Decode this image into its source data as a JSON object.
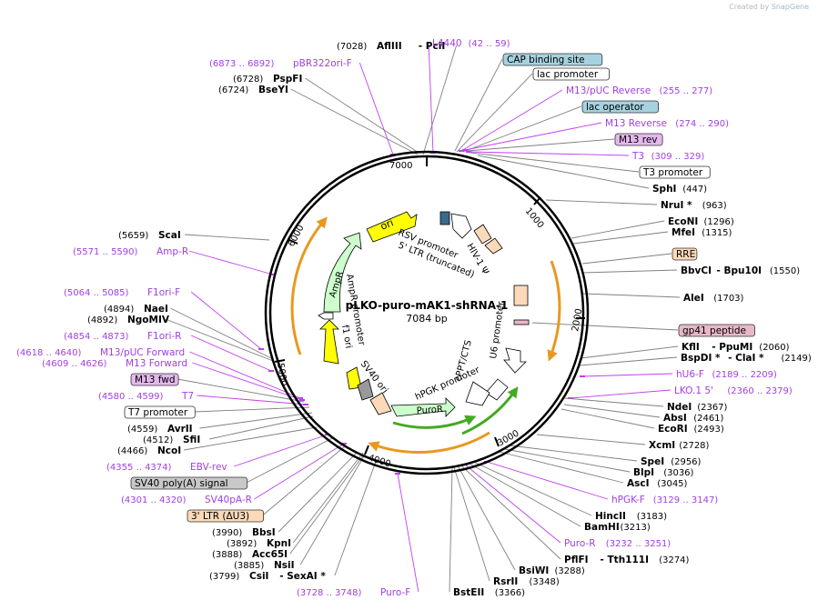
{
  "credit": {
    "prefix": "Created by",
    "brand": "SnapGene"
  },
  "plasmid": {
    "name": "pLKO-puro-mAK1-shRNA-1",
    "length": "7084 bp"
  },
  "ticks": [
    "1000",
    "2000",
    "3000",
    "4000",
    "5000",
    "6000",
    "7000"
  ],
  "colors": {
    "enzyme": "#000000",
    "primer": "#a040e0",
    "line_gray": "#808080",
    "line_purple": "#c040f0"
  },
  "labels": [
    {
      "id": "afliii",
      "kind": "enzyme",
      "name": "AflIII",
      "extra": "- PciI",
      "pos": "(7028)"
    },
    {
      "id": "l4440",
      "kind": "primer",
      "name": "L4440",
      "pos": "(42 .. 59)"
    },
    {
      "id": "pbr322",
      "kind": "primer",
      "name": "pBR322ori-F",
      "pos": "(6873 .. 6892)"
    },
    {
      "id": "cap",
      "kind": "box",
      "name": "CAP binding site",
      "fill": "#a6d2e0"
    },
    {
      "id": "pspfi",
      "kind": "enzyme",
      "name": "PspFI",
      "pos": "(6728)"
    },
    {
      "id": "bseyi",
      "kind": "enzyme",
      "name": "BseYI",
      "pos": "(6724)"
    },
    {
      "id": "lacprom",
      "kind": "box",
      "name": "lac promoter",
      "fill": "#ffffff"
    },
    {
      "id": "m13puc",
      "kind": "primer",
      "name": "M13/pUC Reverse",
      "pos": "(255 .. 277)"
    },
    {
      "id": "lacop",
      "kind": "box",
      "name": "lac operator",
      "fill": "#a6d2e0"
    },
    {
      "id": "m13rev",
      "kind": "primer",
      "name": "M13 Reverse",
      "pos": "(274 .. 290)"
    },
    {
      "id": "m13revbox",
      "kind": "box",
      "name": "M13 rev",
      "fill": "#e4b8ee"
    },
    {
      "id": "t3",
      "kind": "primer",
      "name": "T3",
      "pos": "(309 .. 329)"
    },
    {
      "id": "t3prom",
      "kind": "box",
      "name": "T3 promoter",
      "fill": "#ffffff"
    },
    {
      "id": "sphi",
      "kind": "enzyme",
      "name": "SphI",
      "pos": "(447)"
    },
    {
      "id": "nrui",
      "kind": "enzyme",
      "name": "NruI *",
      "pos": "(963)"
    },
    {
      "id": "econi",
      "kind": "enzyme",
      "name": "EcoNI",
      "pos": "(1296)"
    },
    {
      "id": "mfei",
      "kind": "enzyme",
      "name": "MfeI",
      "pos": "(1315)"
    },
    {
      "id": "scai",
      "kind": "enzyme",
      "name": "ScaI",
      "pos": "(5659)"
    },
    {
      "id": "ampr_p",
      "kind": "primer",
      "name": "Amp-R",
      "pos": "(5571 .. 5590)"
    },
    {
      "id": "rre",
      "kind": "box",
      "name": "RRE",
      "fill": "#fcd9b8"
    },
    {
      "id": "bbvci",
      "kind": "enzyme",
      "name": "BbvCI",
      "extra": "- Bpu10I",
      "pos": "(1550)"
    },
    {
      "id": "f1orif",
      "kind": "primer",
      "name": "F1ori-F",
      "pos": "(5064 .. 5085)"
    },
    {
      "id": "alei",
      "kind": "enzyme",
      "name": "AleI",
      "pos": "(1703)"
    },
    {
      "id": "naei",
      "kind": "enzyme",
      "name": "NaeI",
      "pos": "(4894)"
    },
    {
      "id": "ngomiv",
      "kind": "enzyme",
      "name": "NgoMIV",
      "pos": "(4892)"
    },
    {
      "id": "gp41",
      "kind": "box",
      "name": "gp41 peptide",
      "fill": "#e8b8c8"
    },
    {
      "id": "f1orir",
      "kind": "primer",
      "name": "F1ori-R",
      "pos": "(4854 .. 4873)"
    },
    {
      "id": "kfli",
      "kind": "enzyme",
      "name": "KflI",
      "extra": "- PpuMI",
      "pos": "(2060)"
    },
    {
      "id": "m13pucf",
      "kind": "primer",
      "name": "M13/pUC Forward",
      "pos": "(4618 .. 4640)"
    },
    {
      "id": "bspdi",
      "kind": "enzyme",
      "name": "BspDI *",
      "extra": "- ClaI *",
      "pos": "(2149)"
    },
    {
      "id": "m13f",
      "kind": "primer",
      "name": "M13 Forward",
      "pos": "(4609 .. 4626)"
    },
    {
      "id": "hu6f",
      "kind": "primer",
      "name": "hU6-F",
      "pos": "(2189 .. 2209)"
    },
    {
      "id": "m13fwd",
      "kind": "box",
      "name": "M13 fwd",
      "fill": "#e4b8ee"
    },
    {
      "id": "lko1",
      "kind": "primer",
      "name": "LKO.1 5'",
      "pos": "(2360 .. 2379)"
    },
    {
      "id": "t7",
      "kind": "primer",
      "name": "T7",
      "pos": "(4580 .. 4599)"
    },
    {
      "id": "ndei",
      "kind": "enzyme",
      "name": "NdeI",
      "pos": "(2367)"
    },
    {
      "id": "t7prom",
      "kind": "box",
      "name": "T7 promoter",
      "fill": "#ffffff"
    },
    {
      "id": "absi",
      "kind": "enzyme",
      "name": "AbsI",
      "pos": "(2461)"
    },
    {
      "id": "ecori",
      "kind": "enzyme",
      "name": "EcoRI",
      "pos": "(2493)"
    },
    {
      "id": "avrii",
      "kind": "enzyme",
      "name": "AvrII",
      "pos": "(4559)"
    },
    {
      "id": "sfii",
      "kind": "enzyme",
      "name": "SfiI",
      "pos": "(4512)"
    },
    {
      "id": "ncoi",
      "kind": "enzyme",
      "name": "NcoI",
      "pos": "(4466)"
    },
    {
      "id": "xcmi",
      "kind": "enzyme",
      "name": "XcmI",
      "pos": "(2728)"
    },
    {
      "id": "ebvrev",
      "kind": "primer",
      "name": "EBV-rev",
      "pos": "(4355 .. 4374)"
    },
    {
      "id": "spei",
      "kind": "enzyme",
      "name": "SpeI",
      "pos": "(2956)"
    },
    {
      "id": "blpi",
      "kind": "enzyme",
      "name": "BlpI",
      "pos": "(3036)"
    },
    {
      "id": "sv40polya",
      "kind": "box",
      "name": "SV40 poly(A) signal",
      "fill": "#c8c8c8"
    },
    {
      "id": "asci",
      "kind": "enzyme",
      "name": "AscI",
      "pos": "(3045)"
    },
    {
      "id": "hpgkf",
      "kind": "primer",
      "name": "hPGK-F",
      "pos": "(3129 .. 3147)"
    },
    {
      "id": "sv40par",
      "kind": "primer",
      "name": "SV40pA-R",
      "pos": "(4301 .. 4320)"
    },
    {
      "id": "ltr3",
      "kind": "box",
      "name": "3' LTR (ΔU3)",
      "fill": "#fcd9b8"
    },
    {
      "id": "hincii",
      "kind": "enzyme",
      "name": "HincII",
      "pos": "(3183)"
    },
    {
      "id": "bamhi",
      "kind": "enzyme",
      "name": "BamHI",
      "pos": "(3213)"
    },
    {
      "id": "bbsi",
      "kind": "enzyme",
      "name": "BbsI",
      "pos": "(3990)"
    },
    {
      "id": "kpni",
      "kind": "enzyme",
      "name": "KpnI",
      "pos": "(3892)"
    },
    {
      "id": "purorp",
      "kind": "primer",
      "name": "Puro-R",
      "pos": "(3232 .. 3251)"
    },
    {
      "id": "acc65i",
      "kind": "enzyme",
      "name": "Acc65I",
      "pos": "(3888)"
    },
    {
      "id": "pflfi",
      "kind": "enzyme",
      "name": "PflFI",
      "extra": "- Tth111I",
      "pos": "(3274)"
    },
    {
      "id": "nsii",
      "kind": "enzyme",
      "name": "NsiI",
      "pos": "(3885)"
    },
    {
      "id": "bsiwi",
      "kind": "enzyme",
      "name": "BsiWI",
      "pos": "(3288)"
    },
    {
      "id": "csii",
      "kind": "enzyme",
      "name": "CsiI",
      "extra": "- SexAI *",
      "pos": "(3799)"
    },
    {
      "id": "rsrii",
      "kind": "enzyme",
      "name": "RsrII",
      "pos": "(3348)"
    },
    {
      "id": "purof",
      "kind": "primer",
      "name": "Puro-F",
      "pos": "(3728 .. 3748)"
    },
    {
      "id": "bsteii",
      "kind": "enzyme",
      "name": "BstEII",
      "pos": "(3366)"
    }
  ],
  "features": [
    {
      "id": "ori",
      "name": "ori",
      "fill": "#ffff00"
    },
    {
      "id": "ampr",
      "name": "AmpR",
      "fill": "#ccffcc"
    },
    {
      "id": "amppromoter",
      "name": "AmpR promoter",
      "fill": "#ffffff"
    },
    {
      "id": "f1ori",
      "name": "f1 ori",
      "fill": "#ffff00"
    },
    {
      "id": "sv40ori",
      "name": "SV40 ori",
      "fill": "#ffff00"
    },
    {
      "id": "rsv",
      "name": "RSV promoter",
      "fill": "#ffffff"
    },
    {
      "id": "ltr5",
      "name": "5' LTR (truncated)",
      "fill": "#fcd9b8"
    },
    {
      "id": "psi",
      "name": "HIV-1 Ψ",
      "fill": "#fcd9b8"
    },
    {
      "id": "cppt",
      "name": "cPPT/CTS",
      "fill": "#fcd9b8"
    },
    {
      "id": "u6",
      "name": "U6 promoter",
      "fill": "#ffffff"
    },
    {
      "id": "hpgk",
      "name": "hPGK promoter",
      "fill": "#ffffff"
    },
    {
      "id": "puror",
      "name": "PuroR",
      "fill": "#ccffcc"
    }
  ]
}
